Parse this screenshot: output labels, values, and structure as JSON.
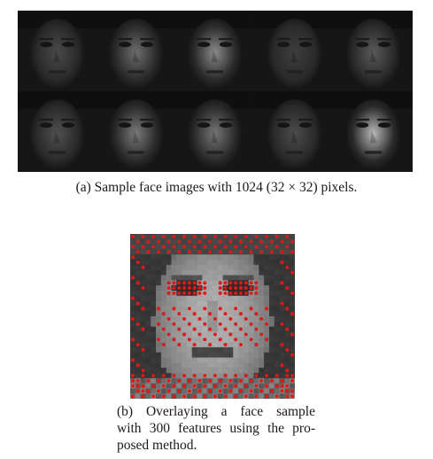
{
  "figure": {
    "caption_a": "(a) Sample face images with 1024 (32 × 32) pixels.",
    "caption_b_lines": [
      "(b) Overlaying a face sample",
      "with 300 features using the pro-",
      "posed method."
    ],
    "face_tiles": [
      {
        "row": 0,
        "col": 0,
        "tone": "#4a4a4a",
        "description_icon": "face-tile-icon"
      },
      {
        "row": 0,
        "col": 1,
        "tone": "#6e6e6e",
        "description_icon": "face-tile-icon"
      },
      {
        "row": 0,
        "col": 2,
        "tone": "#8a8a8a",
        "description_icon": "face-tile-icon"
      },
      {
        "row": 0,
        "col": 3,
        "tone": "#3e3e3e",
        "description_icon": "face-tile-icon"
      },
      {
        "row": 0,
        "col": 4,
        "tone": "#5a5a5a",
        "description_icon": "face-tile-icon"
      },
      {
        "row": 1,
        "col": 0,
        "tone": "#505050",
        "description_icon": "face-tile-icon"
      },
      {
        "row": 1,
        "col": 1,
        "tone": "#7a7a7a",
        "description_icon": "face-tile-icon"
      },
      {
        "row": 1,
        "col": 2,
        "tone": "#767676",
        "description_icon": "face-tile-icon"
      },
      {
        "row": 1,
        "col": 3,
        "tone": "#4c4c4c",
        "description_icon": "face-tile-icon"
      },
      {
        "row": 1,
        "col": 4,
        "tone": "#b8b8b8",
        "description_icon": "face-tile-icon"
      }
    ],
    "overlay": {
      "grid_size": 32,
      "feature_count": 300,
      "marker_color": "#e01818"
    }
  }
}
